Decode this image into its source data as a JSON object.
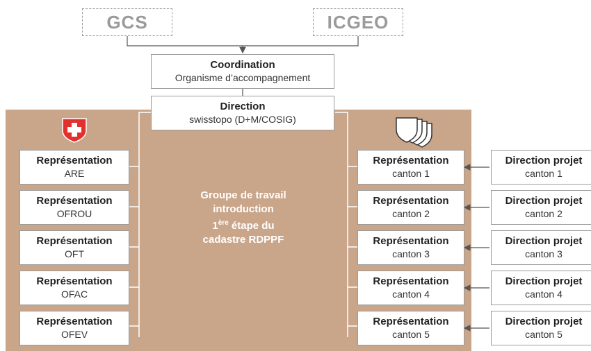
{
  "top": {
    "left": "GCS",
    "right": "ICGEO"
  },
  "coordination": {
    "title": "Coordination",
    "subtitle": "Organisme d’accompagnement"
  },
  "direction": {
    "title": "Direction",
    "subtitle": "swisstopo (D+M/COSIG)"
  },
  "working_group": {
    "line1": "Groupe de travail",
    "line2": "introduction",
    "line3_num": "1",
    "line3_sup": "ère",
    "line3_rest": " étape du",
    "line4": "cadastre RDPPF"
  },
  "federal": [
    {
      "title": "Représentation",
      "subtitle": "ARE"
    },
    {
      "title": "Représentation",
      "subtitle": "OFROU"
    },
    {
      "title": "Représentation",
      "subtitle": "OFT"
    },
    {
      "title": "Représentation",
      "subtitle": "OFAC"
    },
    {
      "title": "Représentation",
      "subtitle": "OFEV"
    }
  ],
  "cantonal": [
    {
      "title": "Représentation",
      "subtitle": "canton 1"
    },
    {
      "title": "Représentation",
      "subtitle": "canton 2"
    },
    {
      "title": "Représentation",
      "subtitle": "canton 3"
    },
    {
      "title": "Représentation",
      "subtitle": "canton 4"
    },
    {
      "title": "Représentation",
      "subtitle": "canton 5"
    }
  ],
  "project": [
    {
      "title": "Direction projet",
      "subtitle": "canton 1"
    },
    {
      "title": "Direction projet",
      "subtitle": "canton 2"
    },
    {
      "title": "Direction projet",
      "subtitle": "canton 3"
    },
    {
      "title": "Direction projet",
      "subtitle": "canton 4"
    },
    {
      "title": "Direction projet",
      "subtitle": "canton 5"
    }
  ],
  "icons": {
    "federal": "swiss-cross-shield-icon",
    "cantons": "stacked-shields-icon"
  },
  "colors": {
    "panel": "#c9a58a",
    "cross_red": "#e3302f",
    "dashed": "#9a9a9a"
  }
}
